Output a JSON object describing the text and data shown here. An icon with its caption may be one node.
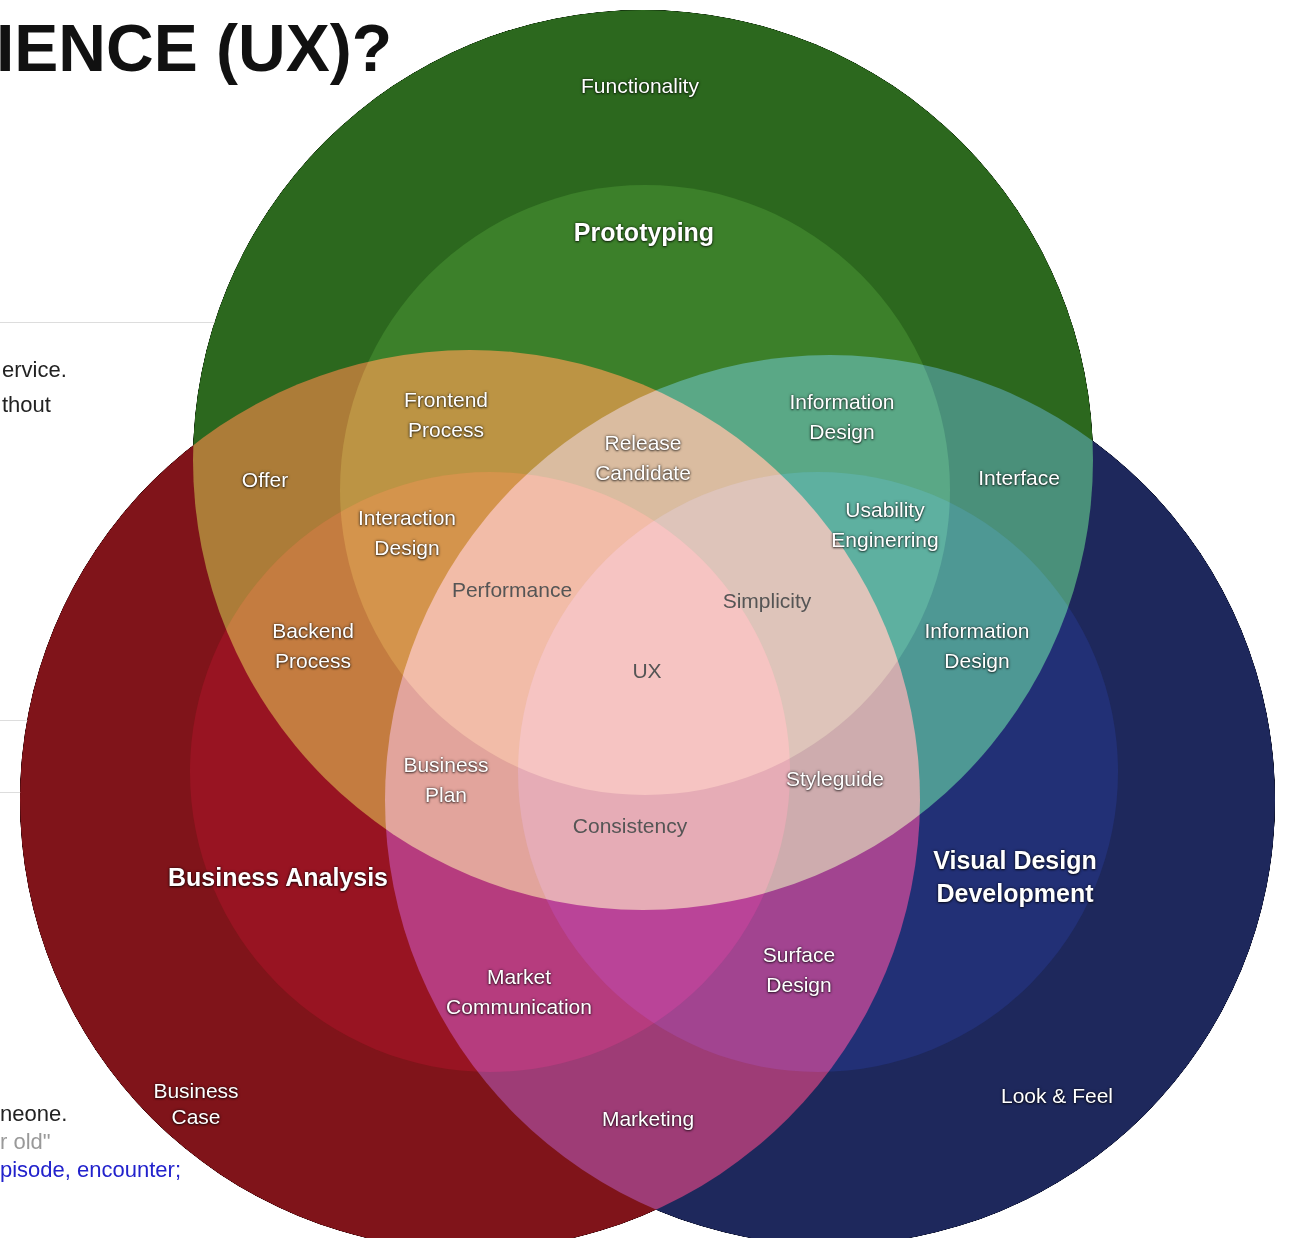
{
  "diagram": {
    "title": "IENCE (UX)?",
    "nodes": [
      {
        "text": [
          "Functionality"
        ]
      },
      {
        "text": [
          "Prototyping"
        ],
        "in": 0
      },
      {
        "text": [
          "Business Case"
        ]
      },
      {
        "text": [
          "Business Analysis"
        ],
        "in": 2
      },
      {
        "text": [
          "Look & Feel"
        ]
      },
      {
        "text": [
          "Visual Design Development"
        ],
        "in": 4
      }
    ],
    "edges": [],
    "labels": [
      "ervice.",
      "thout",
      "Frontend Process",
      "Information Design",
      "Offer",
      "Release Candidate",
      "Interface",
      "Interaction Design",
      "Usability Enginerring",
      "Performance",
      "Simplicity",
      "Backend Process",
      "Information Design",
      "UX",
      "Business Plan",
      "Styleguide",
      "Consistency",
      "Market Communication",
      "Surface Design",
      "Marketing",
      "neone.",
      "r old\"",
      "pisode, encounter;"
    ]
  }
}
